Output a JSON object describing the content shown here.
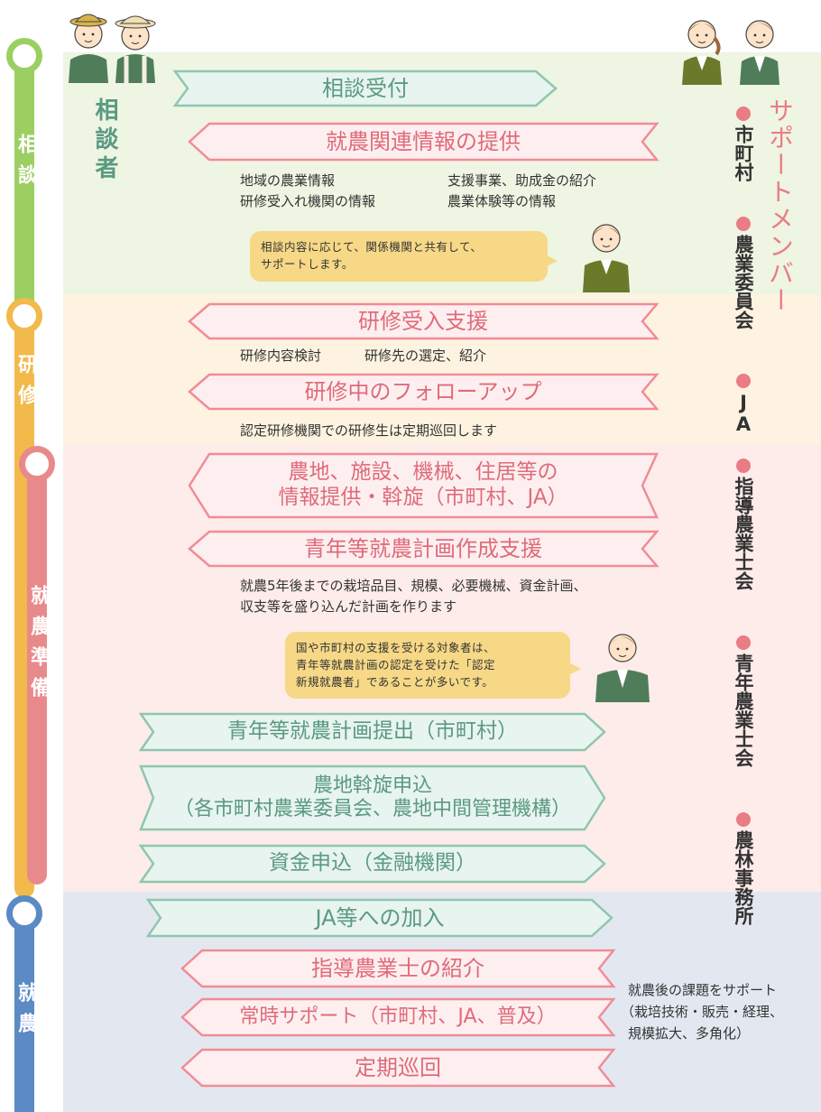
{
  "stages": [
    {
      "label": "相談",
      "color": "#9ccf62"
    },
    {
      "label": "研修",
      "color": "#f2b94b"
    },
    {
      "label": "就農準備",
      "color": "#e88a8c"
    },
    {
      "label": "就農",
      "color": "#5b8ac4"
    }
  ],
  "consultant_label": "相談者",
  "support_title": "サポートメンバー",
  "support_members": [
    "市町村",
    "農業委員会",
    "JA",
    "指導農業士会",
    "青年農業士会",
    "農林事務所"
  ],
  "steps": {
    "s1": "相談受付",
    "s2": "就農関連情報の提供",
    "s3": "研修受入支援",
    "s4": "研修中のフォローアップ",
    "s5_line1": "農地、施設、機械、住居等の",
    "s5_line2": "情報提供・斡旋（市町村、JA）",
    "s6": "青年等就農計画作成支援",
    "s7": "青年等就農計画提出（市町村）",
    "s8_line1": "農地斡旋申込",
    "s8_line2": "（各市町村農業委員会、農地中間管理機構）",
    "s9": "資金申込（金融機関）",
    "s10": "JA等への加入",
    "s11": "指導農業士の紹介",
    "s12": "常時サポート（市町村、JA、普及）",
    "s13": "定期巡回"
  },
  "desc": {
    "info_1": "地域の農業情報",
    "info_2": "研修受入れ機関の情報",
    "info_3": "支援事業、助成金の紹介",
    "info_4": "農業体験等の情報",
    "training_1": "研修内容検討",
    "training_2": "研修先の選定、紹介",
    "follow": "認定研修機関での研修生は定期巡回します",
    "plan_1": "就農5年後までの栽培品目、規模、必要機械、資金計画、",
    "plan_2": "収支等を盛り込んだ計画を作ります",
    "after_1": "就農後の課題をサポート",
    "after_2": "（栽培技術・販売・経理、",
    "after_3": "規模拡大、多角化）"
  },
  "bubbles": {
    "b1_line1": "相談内容に応じて、関係機関と共有して、",
    "b1_line2": "サポートします。",
    "b2_line1": "国や市町村の支援を受ける対象者は、",
    "b2_line2": "青年等就農計画の認定を受けた「認定",
    "b2_line3": "新規就農者」であることが多いです。"
  },
  "colors": {
    "pink_text": "#e06b7a",
    "green_text": "#5a9a82",
    "band_consult": "#eef5e2",
    "band_training": "#fdf3e0",
    "band_prep": "#fdece9",
    "band_farming": "#e3e8f0"
  }
}
